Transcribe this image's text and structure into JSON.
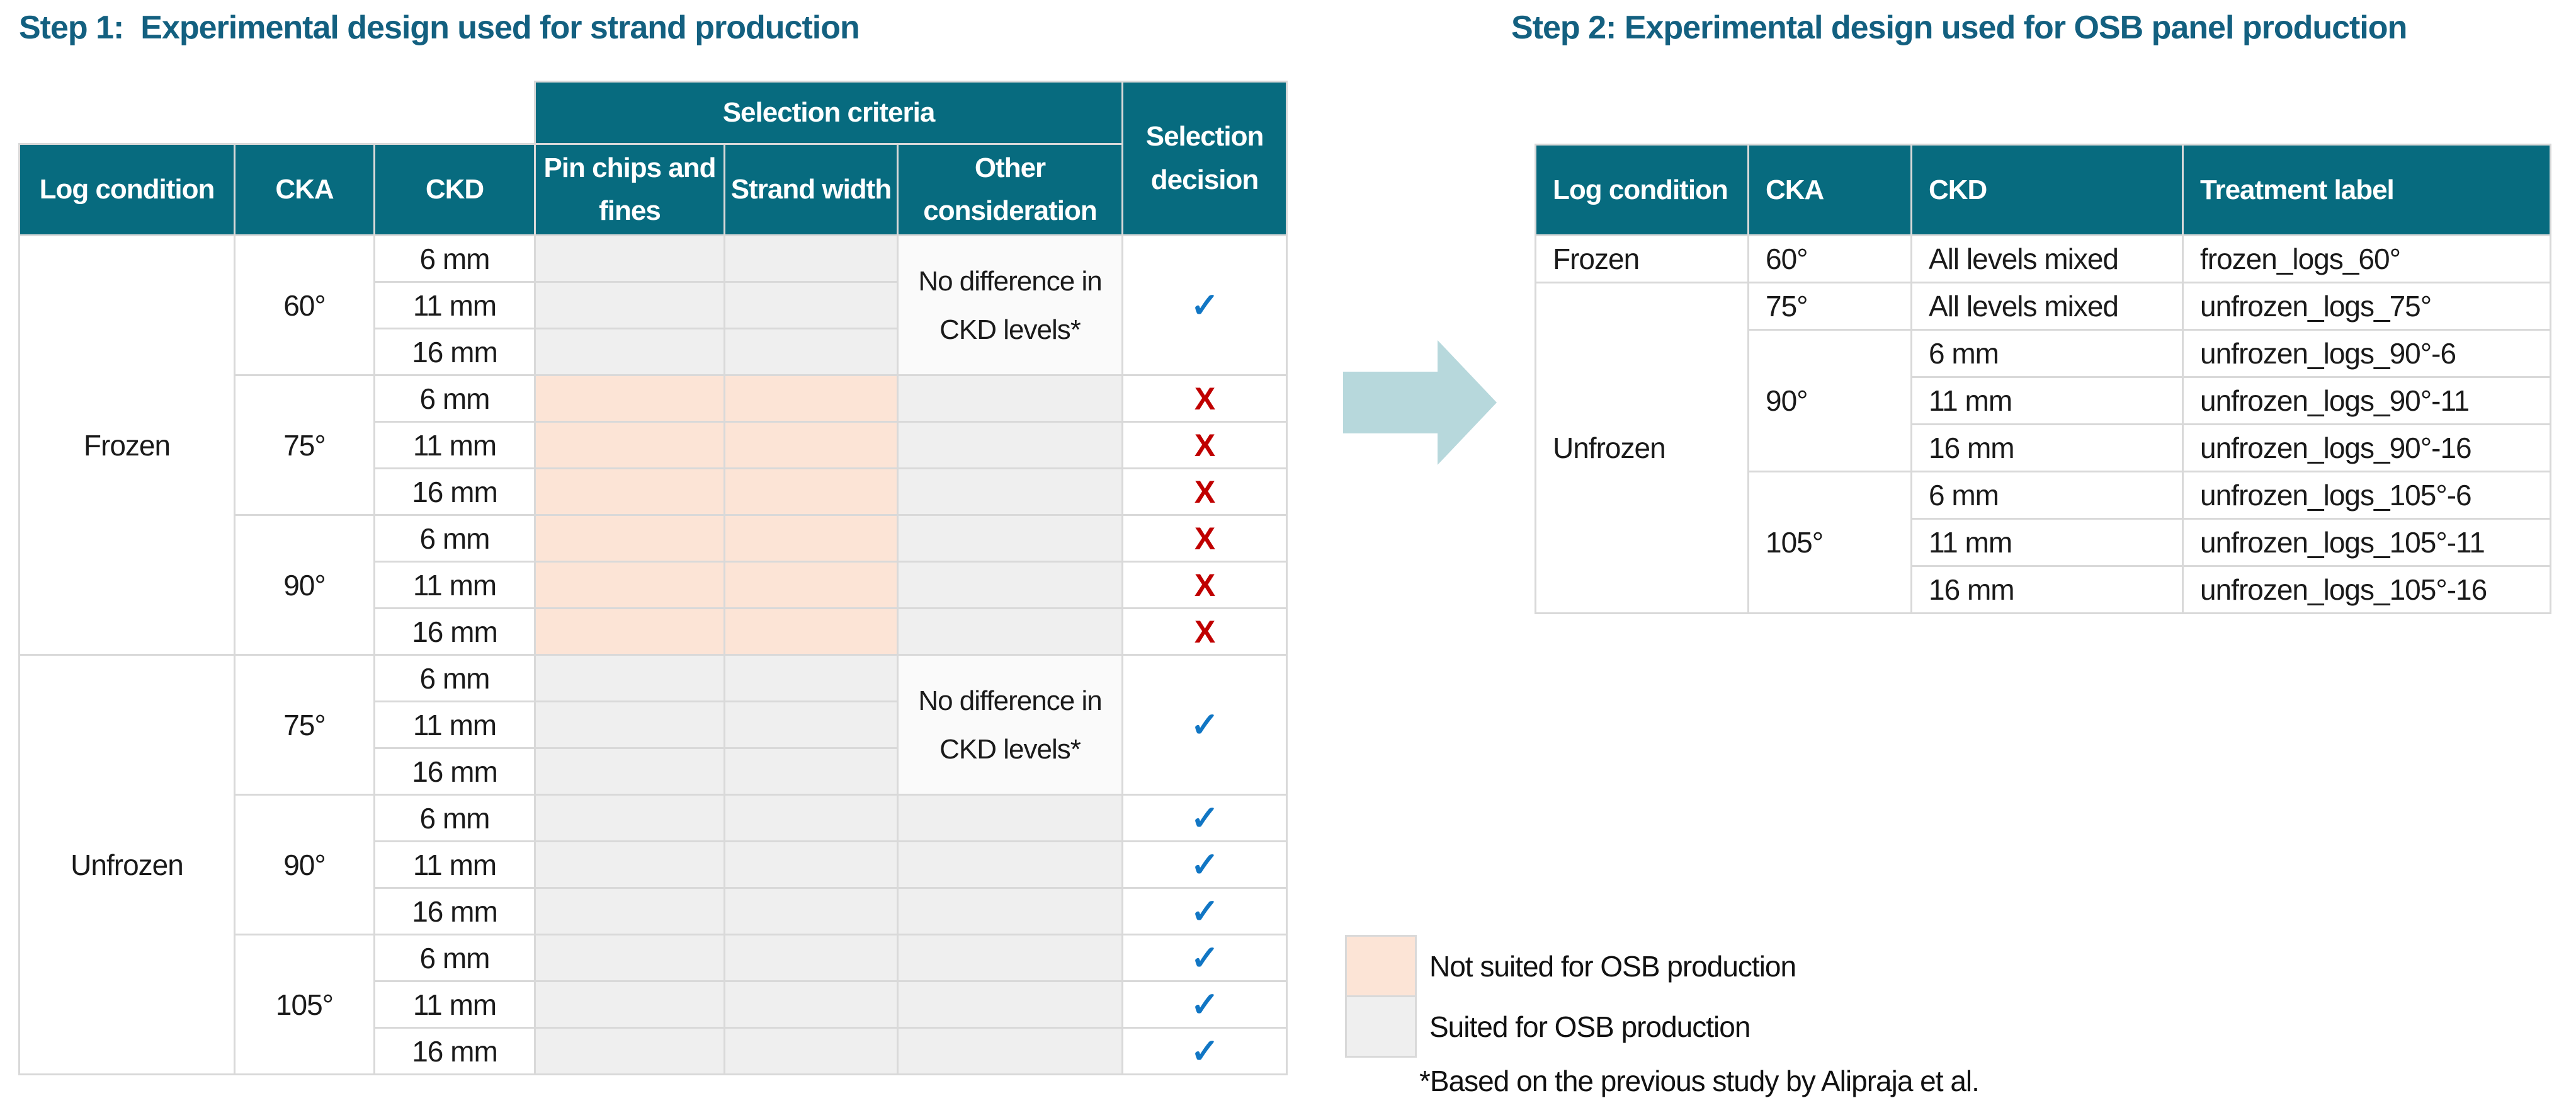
{
  "colors": {
    "header_teal": "#076b7f",
    "title_blue": "#136080",
    "check_blue": "#1176c4",
    "cross_red": "#c00000",
    "peach": "#fce4d6",
    "cell_gray": "#efefef",
    "note_bg": "#fafafa",
    "grid_line": "#d9d9d9",
    "arrow_fill": "#b7d8dc"
  },
  "titles": {
    "step1": "Step 1:  Experimental design used for strand production",
    "step2": "Step 2: Experimental design used for OSB panel production"
  },
  "step1": {
    "headers": {
      "log_condition": "Log condition",
      "cka": "CKA",
      "ckd": "CKD",
      "selection_criteria": "Selection criteria",
      "pin_chips": "Pin chips and fines",
      "strand_width": "Strand width",
      "other_consideration": "Other consideration",
      "selection_decision": "Selection decision"
    },
    "marks": {
      "check": "✓",
      "cross": "X"
    },
    "groups": [
      {
        "log": "Frozen",
        "cka": "60°",
        "ckd": [
          "6 mm",
          "11 mm",
          "16 mm"
        ],
        "pin_chips": "suited",
        "strand_width": "suited",
        "other_consideration": "No difference in CKD levels*",
        "decision": "selected"
      },
      {
        "log": "Frozen",
        "cka": "75°",
        "ckd": [
          "6 mm",
          "11 mm",
          "16 mm"
        ],
        "pin_chips": "not_suited",
        "strand_width": "not_suited",
        "other_consideration": "suited",
        "decision": "rejected"
      },
      {
        "log": "Frozen",
        "cka": "90°",
        "ckd": [
          "6 mm",
          "11 mm",
          "16 mm"
        ],
        "pin_chips": "not_suited",
        "strand_width": "not_suited",
        "other_consideration": "suited",
        "decision": "rejected"
      },
      {
        "log": "Unfrozen",
        "cka": "75°",
        "ckd": [
          "6 mm",
          "11 mm",
          "16 mm"
        ],
        "pin_chips": "suited",
        "strand_width": "suited",
        "other_consideration": "No difference in CKD levels*",
        "decision": "selected"
      },
      {
        "log": "Unfrozen",
        "cka": "90°",
        "ckd": [
          "6 mm",
          "11 mm",
          "16 mm"
        ],
        "pin_chips": "suited",
        "strand_width": "suited",
        "other_consideration": "suited",
        "decision": "selected"
      },
      {
        "log": "Unfrozen",
        "cka": "105°",
        "ckd": [
          "6 mm",
          "11 mm",
          "16 mm"
        ],
        "pin_chips": "suited",
        "strand_width": "suited",
        "other_consideration": "suited",
        "decision": "selected"
      }
    ]
  },
  "step2": {
    "headers": {
      "log_condition": "Log condition",
      "cka": "CKA",
      "ckd": "CKD",
      "treatment_label": "Treatment label"
    },
    "rows": [
      {
        "log": "Frozen",
        "cka": "60°",
        "ckd": "All levels mixed",
        "label": "frozen_logs_60°"
      },
      {
        "log": "Unfrozen",
        "cka": "75°",
        "ckd": "All levels mixed",
        "label": "unfrozen_logs_75°"
      },
      {
        "cka": "90°",
        "ckd": "6 mm",
        "label": "unfrozen_logs_90°-6"
      },
      {
        "ckd": "11 mm",
        "label": "unfrozen_logs_90°-11"
      },
      {
        "ckd": "16 mm",
        "label": "unfrozen_logs_90°-16"
      },
      {
        "cka": "105°",
        "ckd": "6 mm",
        "label": "unfrozen_logs_105°-6"
      },
      {
        "ckd": "11 mm",
        "label": "unfrozen_logs_105°-11"
      },
      {
        "ckd": "16 mm",
        "label": "unfrozen_logs_105°-16"
      }
    ]
  },
  "legend": {
    "not_suited": "Not suited for OSB production",
    "suited": "Suited for OSB production",
    "footnote": "*Based on the previous study by Alipraja et al."
  }
}
